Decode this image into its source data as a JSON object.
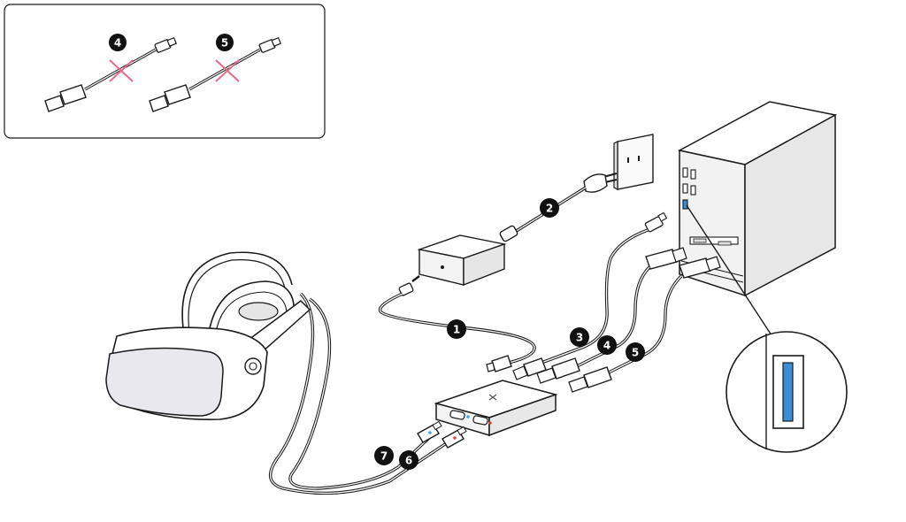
{
  "inset": {
    "crossed_cables": [
      {
        "badge": "4"
      },
      {
        "badge": "5"
      }
    ]
  },
  "cables": [
    {
      "badge": "1"
    },
    {
      "badge": "2"
    },
    {
      "badge": "3"
    },
    {
      "badge": "4"
    },
    {
      "badge": "5"
    },
    {
      "badge": "6"
    },
    {
      "badge": "7"
    }
  ],
  "colors": {
    "outline": "#1a1a1a",
    "cross": "#e8698a",
    "port_blue": "#3a8fd6",
    "dot_blue": "#4aa3e0",
    "dot_red": "#e04848",
    "device_fill": "#f4f4f4",
    "visor": "#e9e8ee"
  },
  "icons": [
    "vr-headset-icon",
    "link-box-icon",
    "power-adapter-icon",
    "wall-outlet-icon",
    "pc-tower-icon",
    "usb-port-zoom-icon"
  ]
}
